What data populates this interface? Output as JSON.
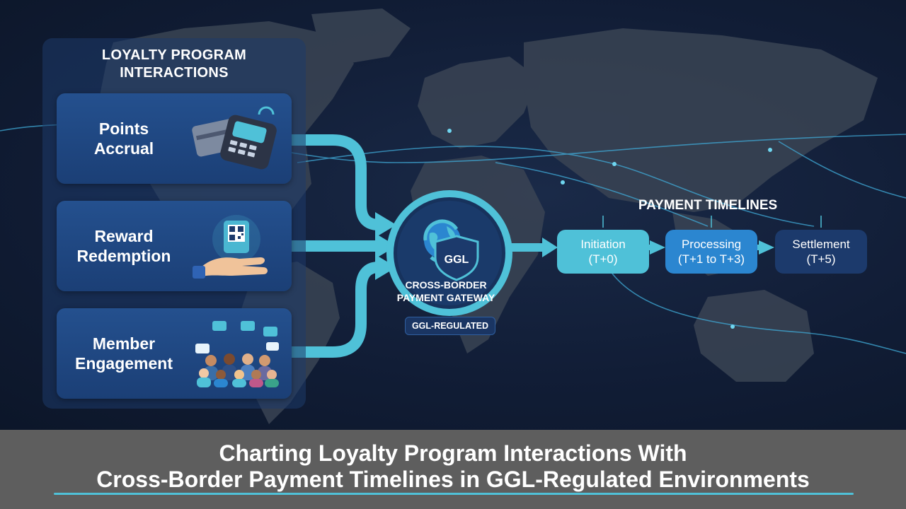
{
  "panel": {
    "title": "LOYALTY PROGRAM\nINTERACTIONS",
    "cards": [
      {
        "label": "Points\nAccrual",
        "icon": "payment-terminal-icon"
      },
      {
        "label": "Reward\nRedemption",
        "icon": "qr-code-hand-icon"
      },
      {
        "label": "Member\nEngagement",
        "icon": "community-chat-icon"
      }
    ]
  },
  "gateway": {
    "logo_text": "GGL",
    "caption": "CROSS-BORDER\nPAYMENT GATEWAY",
    "badge": "GGL-REGULATED",
    "icon": "globe-shield-icon"
  },
  "timeline": {
    "title": "PAYMENT TIMELINES",
    "steps": [
      {
        "label": "Initiation",
        "timing": "(T+0)"
      },
      {
        "label": "Processing",
        "timing": "(T+1 to T+3)"
      },
      {
        "label": "Settlement",
        "timing": "(T+5)"
      }
    ]
  },
  "footer": {
    "line1": "Charting Loyalty Program Interactions With",
    "line2": "Cross-Border Payment Timelines in GGL-Regulated Environments"
  },
  "colors": {
    "background": "#111d36",
    "accent_cyan": "#4fc1d8",
    "card_blue": "#24508e",
    "processing_blue": "#2b86d0",
    "settlement_navy": "#1c3a6c",
    "footer_gray": "#5e5e5e"
  }
}
